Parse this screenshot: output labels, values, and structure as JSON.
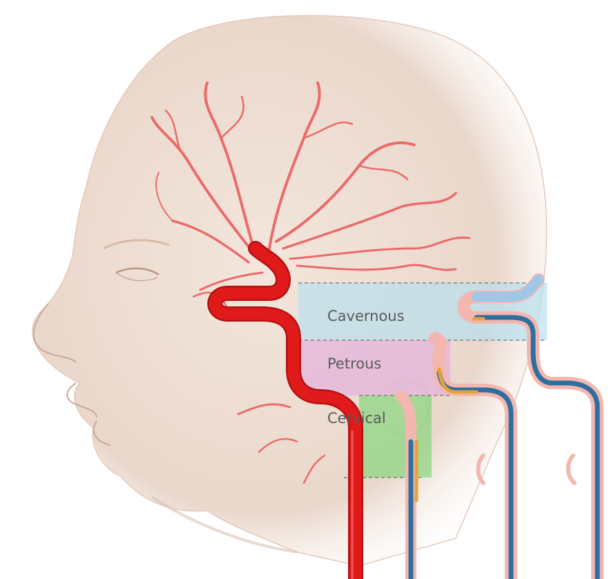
{
  "labels": {
    "cavernous": "Cavernous",
    "petrous": "Petrous",
    "cervical": "Cervical"
  },
  "colors": {
    "skin": "#ead7cb",
    "skin_shadow": "#c9a898",
    "artery": "#e01a1a",
    "small_vessel": "#ec6a6a",
    "cavernous_zone": "#b8e0ee",
    "petrous_zone": "#e3b0dc",
    "cervical_zone": "#7fd67a",
    "catheter_blue": "#2e6f9e",
    "catheter_tip": "#e6a13a"
  },
  "icons": {
    "head": "head-profile-illustration",
    "artery": "internal-carotid-artery"
  }
}
